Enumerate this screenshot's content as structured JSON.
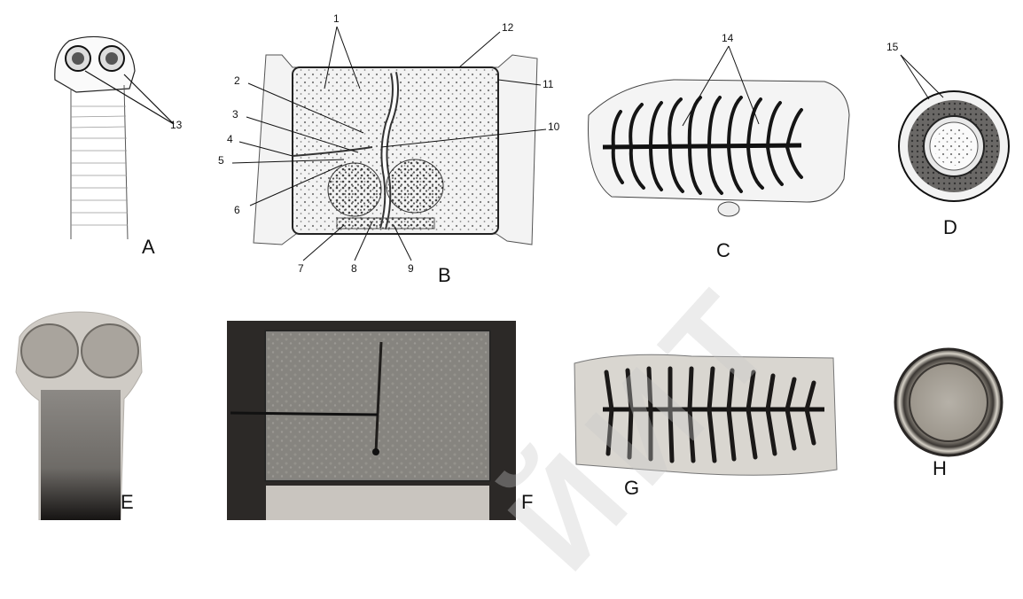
{
  "panels": {
    "A": "A",
    "B": "B",
    "C": "C",
    "D": "D",
    "E": "E",
    "F": "F",
    "G": "G",
    "H": "H"
  },
  "callouts": {
    "n1": "1",
    "n2": "2",
    "n3": "3",
    "n4": "4",
    "n5": "5",
    "n6": "6",
    "n7": "7",
    "n8": "8",
    "n9": "9",
    "n10": "10",
    "n11": "11",
    "n12": "12",
    "n13": "13",
    "n14": "14",
    "n15": "15"
  },
  "watermark": "ЙИТ",
  "colors": {
    "ink": "#111111",
    "photo_bg": "#e8e6e2",
    "photo_dark": "#2a2725",
    "uterus_dark": "#1b1918",
    "watermark": "#d8d8d8"
  }
}
